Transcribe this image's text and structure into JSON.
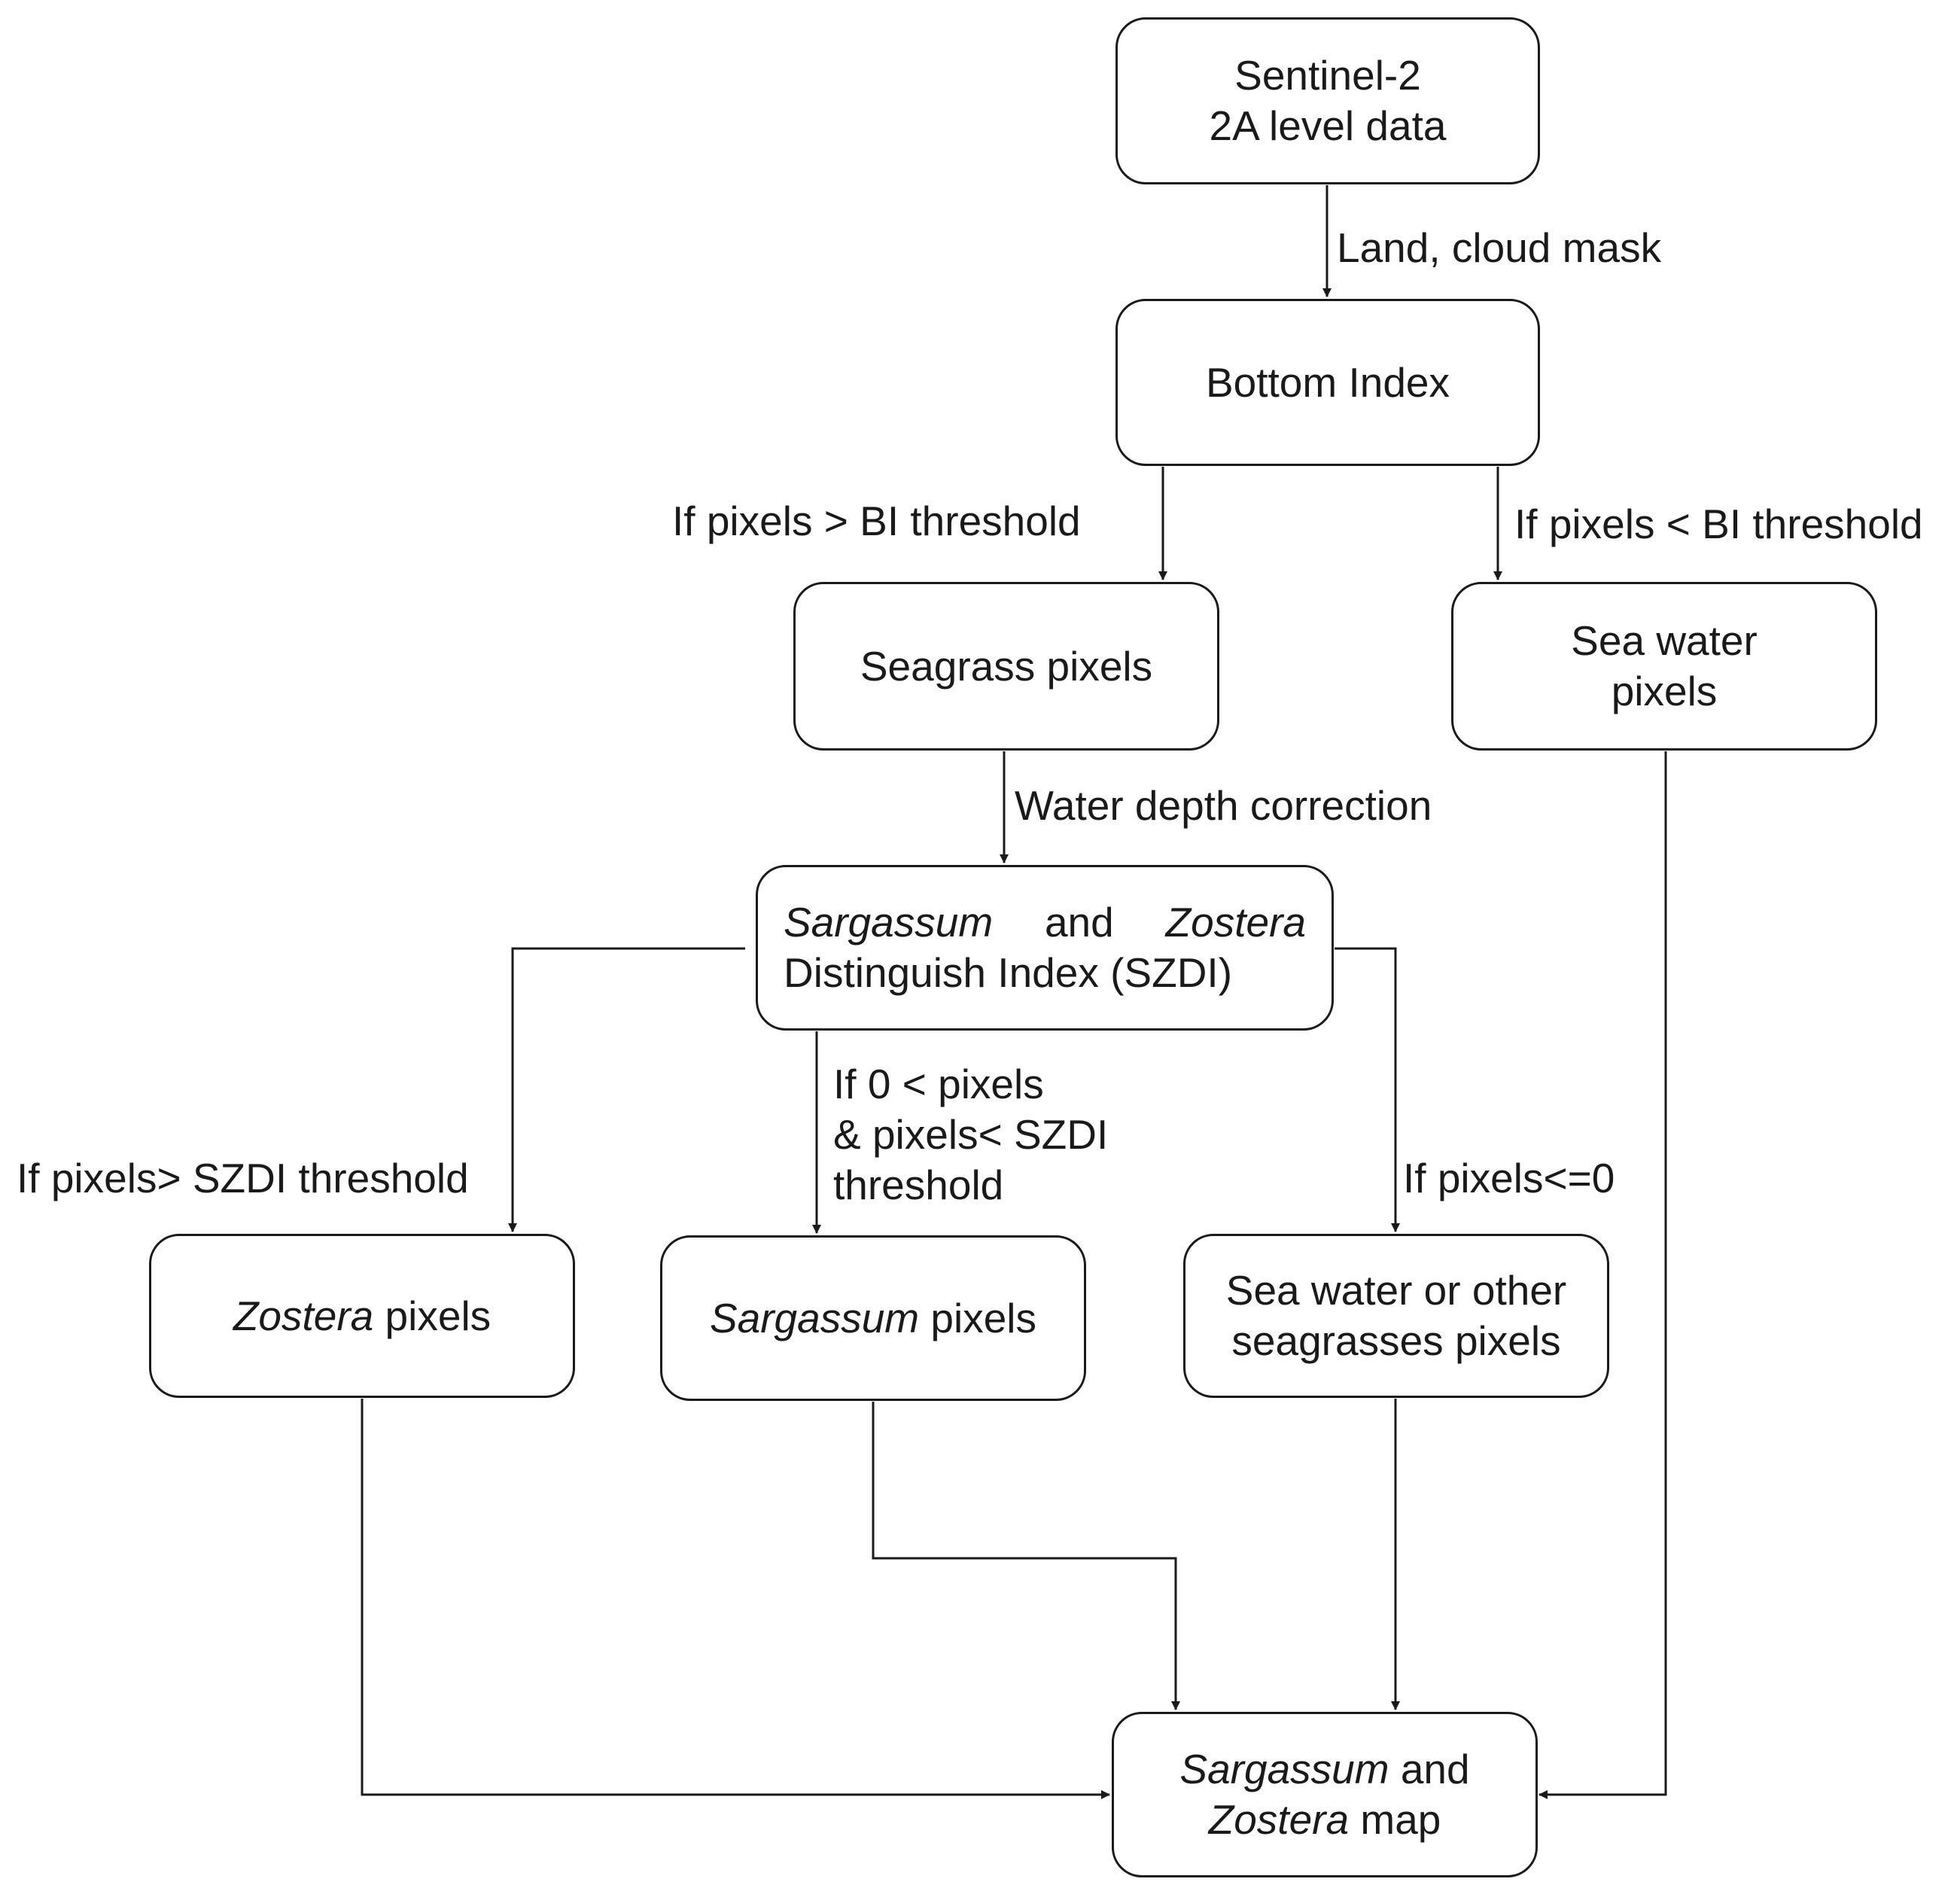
{
  "nodes": {
    "sentinel": {
      "line1": "Sentinel-2",
      "line2": "2A level data"
    },
    "bottom_index": {
      "line1": "Bottom Index"
    },
    "seagrass": {
      "line1": "Seagrass pixels"
    },
    "sea_water": {
      "line1": "Sea water",
      "line2": "pixels"
    },
    "szdi": {
      "w1": "Sargassum",
      "w2": "and",
      "w3": "Zostera",
      "line2": "Distinguish Index (SZDI)"
    },
    "zostera": {
      "italic": "Zostera",
      "rest": " pixels"
    },
    "sargassum": {
      "italic": "Sargassum",
      "rest": " pixels"
    },
    "other": {
      "line1": "Sea water or other",
      "line2": "seagrasses pixels"
    },
    "map": {
      "italic1": "Sargassum",
      "rest1": " and",
      "italic2": "Zostera",
      "rest2": " map"
    }
  },
  "edges": {
    "land_cloud": "Land, cloud mask",
    "bi_above": "If pixels > BI threshold",
    "bi_below": "If pixels < BI threshold",
    "depth": "Water depth correction",
    "szdi_above": "If pixels> SZDI threshold",
    "szdi_between": {
      "line1": "If 0 < pixels",
      "line2": "& pixels< SZDI",
      "line3": "threshold"
    },
    "szdi_nonpos": "If pixels<=0"
  }
}
